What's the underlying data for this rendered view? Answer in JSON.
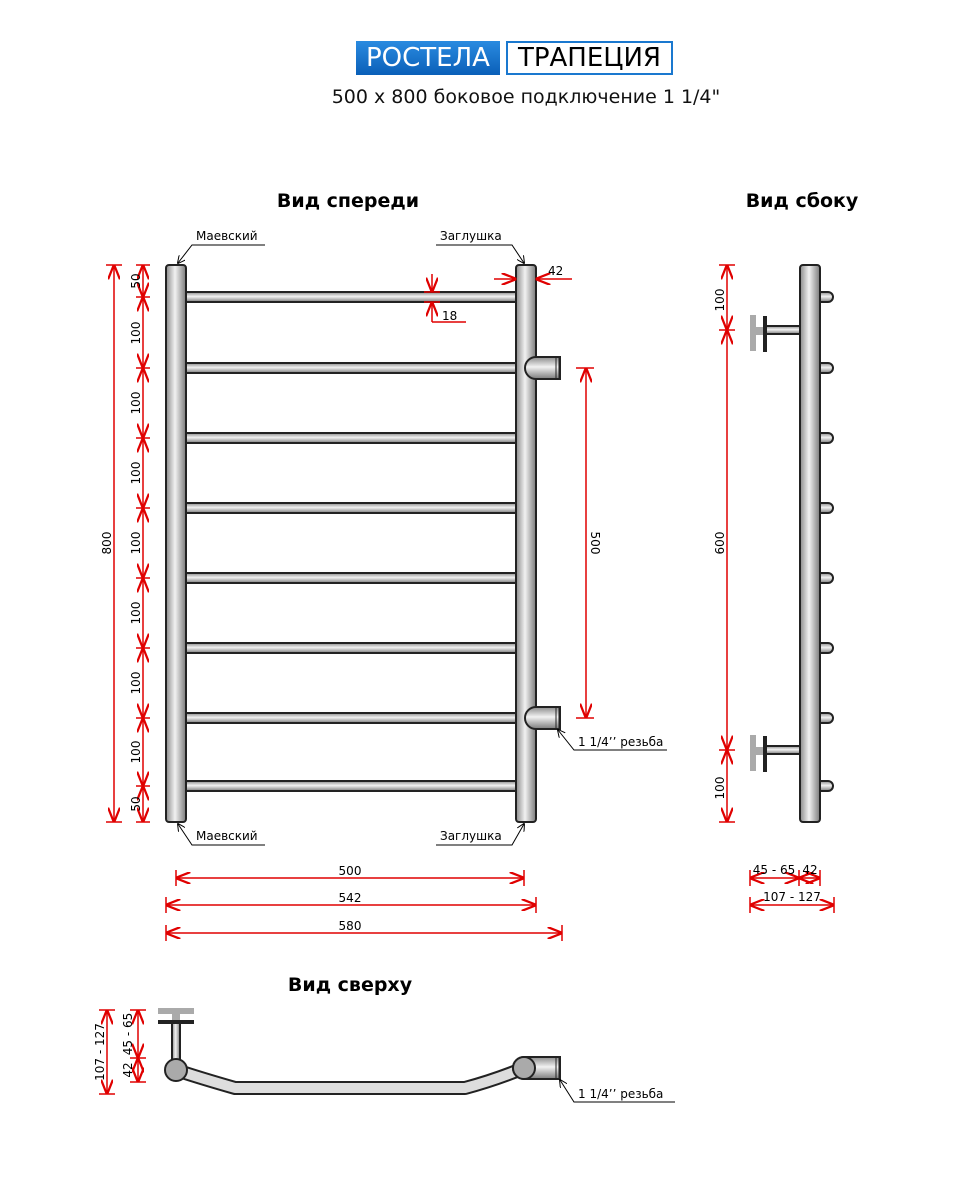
{
  "header": {
    "brand": "РОСТЕЛА",
    "model": "ТРАПЕЦИЯ",
    "subtitle": "500 x 800 боковое подключение 1 1/4\""
  },
  "views": {
    "front": "Вид спереди",
    "side": "Вид сбоку",
    "top": "Вид сверху"
  },
  "labels": {
    "mayevsky_top": "Маевский",
    "plug_top": "Заглушка",
    "mayevsky_bottom": "Маевский",
    "plug_bottom": "Заглушка",
    "thread_front": "1 1/4’’ резьба",
    "thread_top": "1 1/4’’ резьба"
  },
  "front_dims": {
    "total_height": "800",
    "segments": [
      "50",
      "100",
      "100",
      "100",
      "100",
      "100",
      "100",
      "100",
      "50"
    ],
    "pipe_diameter": "42",
    "bar_diameter": "18",
    "connection_distance": "500",
    "widths": [
      "500",
      "542",
      "580"
    ]
  },
  "side_dims": {
    "top": "100",
    "middle": "600",
    "bottom": "100",
    "offset": "45 - 65",
    "pipe": "42",
    "total_depth": "107 - 127"
  },
  "top_dims": {
    "total_depth": "107 - 127",
    "offset": "45 - 65",
    "pipe": "42"
  }
}
